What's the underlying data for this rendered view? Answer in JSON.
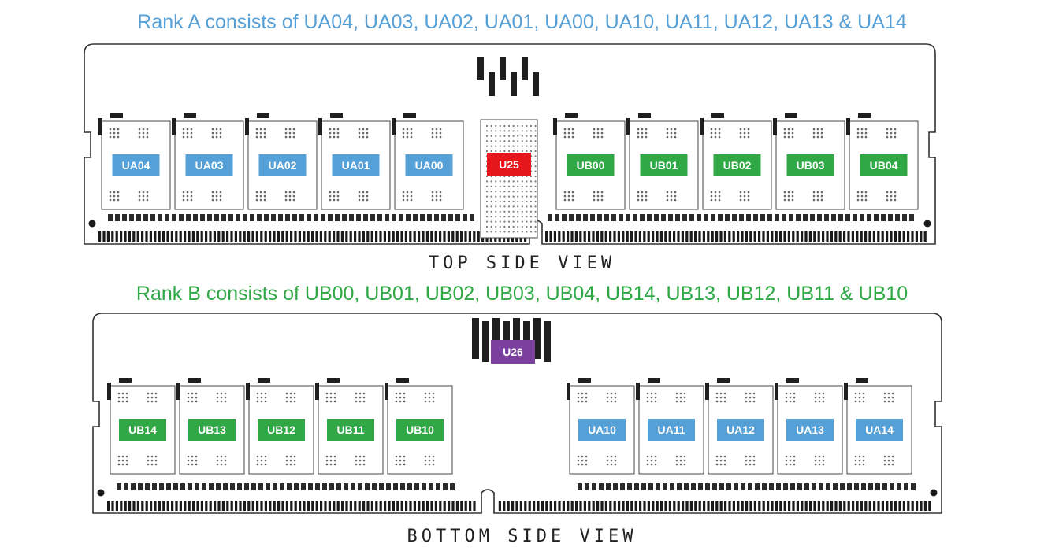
{
  "colors": {
    "rank_a": "#56a0d8",
    "rank_b": "#2fa845",
    "register_top": "#e5171d",
    "register_bottom": "#7b3f9e",
    "outline": "#333333",
    "pin": "#1a1a1a"
  },
  "rank_a": {
    "title": "Rank A consists of UA04, UA03, UA02, UA01, UA00, UA10, UA11, UA12, UA13 & UA14"
  },
  "rank_b": {
    "title": "Rank B consists of UB00, UB01, UB02, UB03, UB04, UB14, UB13, UB12, UB11 & UB10"
  },
  "top_view": {
    "caption": "TOP SIDE VIEW",
    "left_chips": [
      "UA04",
      "UA03",
      "UA02",
      "UA01",
      "UA00"
    ],
    "center_chip": "U25",
    "right_chips": [
      "UB00",
      "UB01",
      "UB02",
      "UB03",
      "UB04"
    ]
  },
  "bottom_view": {
    "caption": "BOTTOM SIDE VIEW",
    "left_chips": [
      "UB14",
      "UB13",
      "UB12",
      "UB11",
      "UB10"
    ],
    "center_chip": "U26",
    "right_chips": [
      "UA10",
      "UA11",
      "UA12",
      "UA13",
      "UA14"
    ]
  }
}
